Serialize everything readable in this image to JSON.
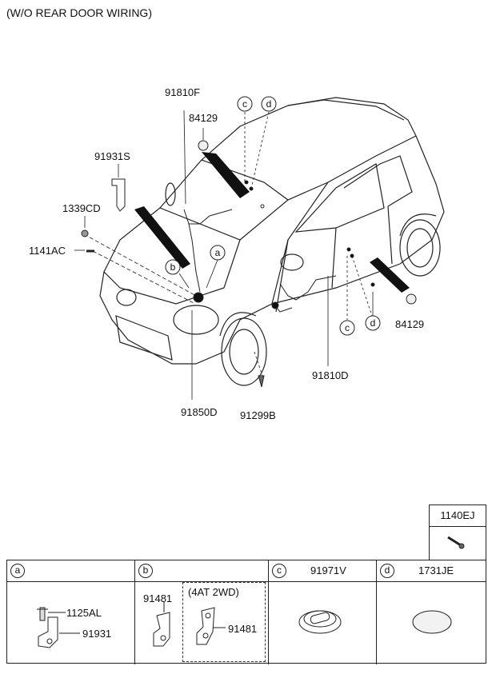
{
  "title": "(W/O REAR DOOR WIRING)",
  "callouts": {
    "p91810F": "91810F",
    "p84129_top": "84129",
    "p91931S": "91931S",
    "p1339CD": "1339CD",
    "p1141AC": "1141AC",
    "p91850D": "91850D",
    "p91299B": "91299B",
    "p91810D": "91810D",
    "p84129_right": "84129",
    "c_top": "c",
    "d_top": "d",
    "a_mid": "a",
    "b_mid": "b",
    "c_right": "c",
    "d_right": "d"
  },
  "extra_box": {
    "code": "1140EJ"
  },
  "table": {
    "cells": [
      {
        "letter": "a",
        "title": "",
        "parts": [
          "1125AL",
          "91931"
        ]
      },
      {
        "letter": "b",
        "title": "",
        "parts": [
          "91481",
          "(4AT 2WD)",
          "91481"
        ]
      },
      {
        "letter": "c",
        "title": "91971V"
      },
      {
        "letter": "d",
        "title": "1731JE"
      }
    ]
  }
}
